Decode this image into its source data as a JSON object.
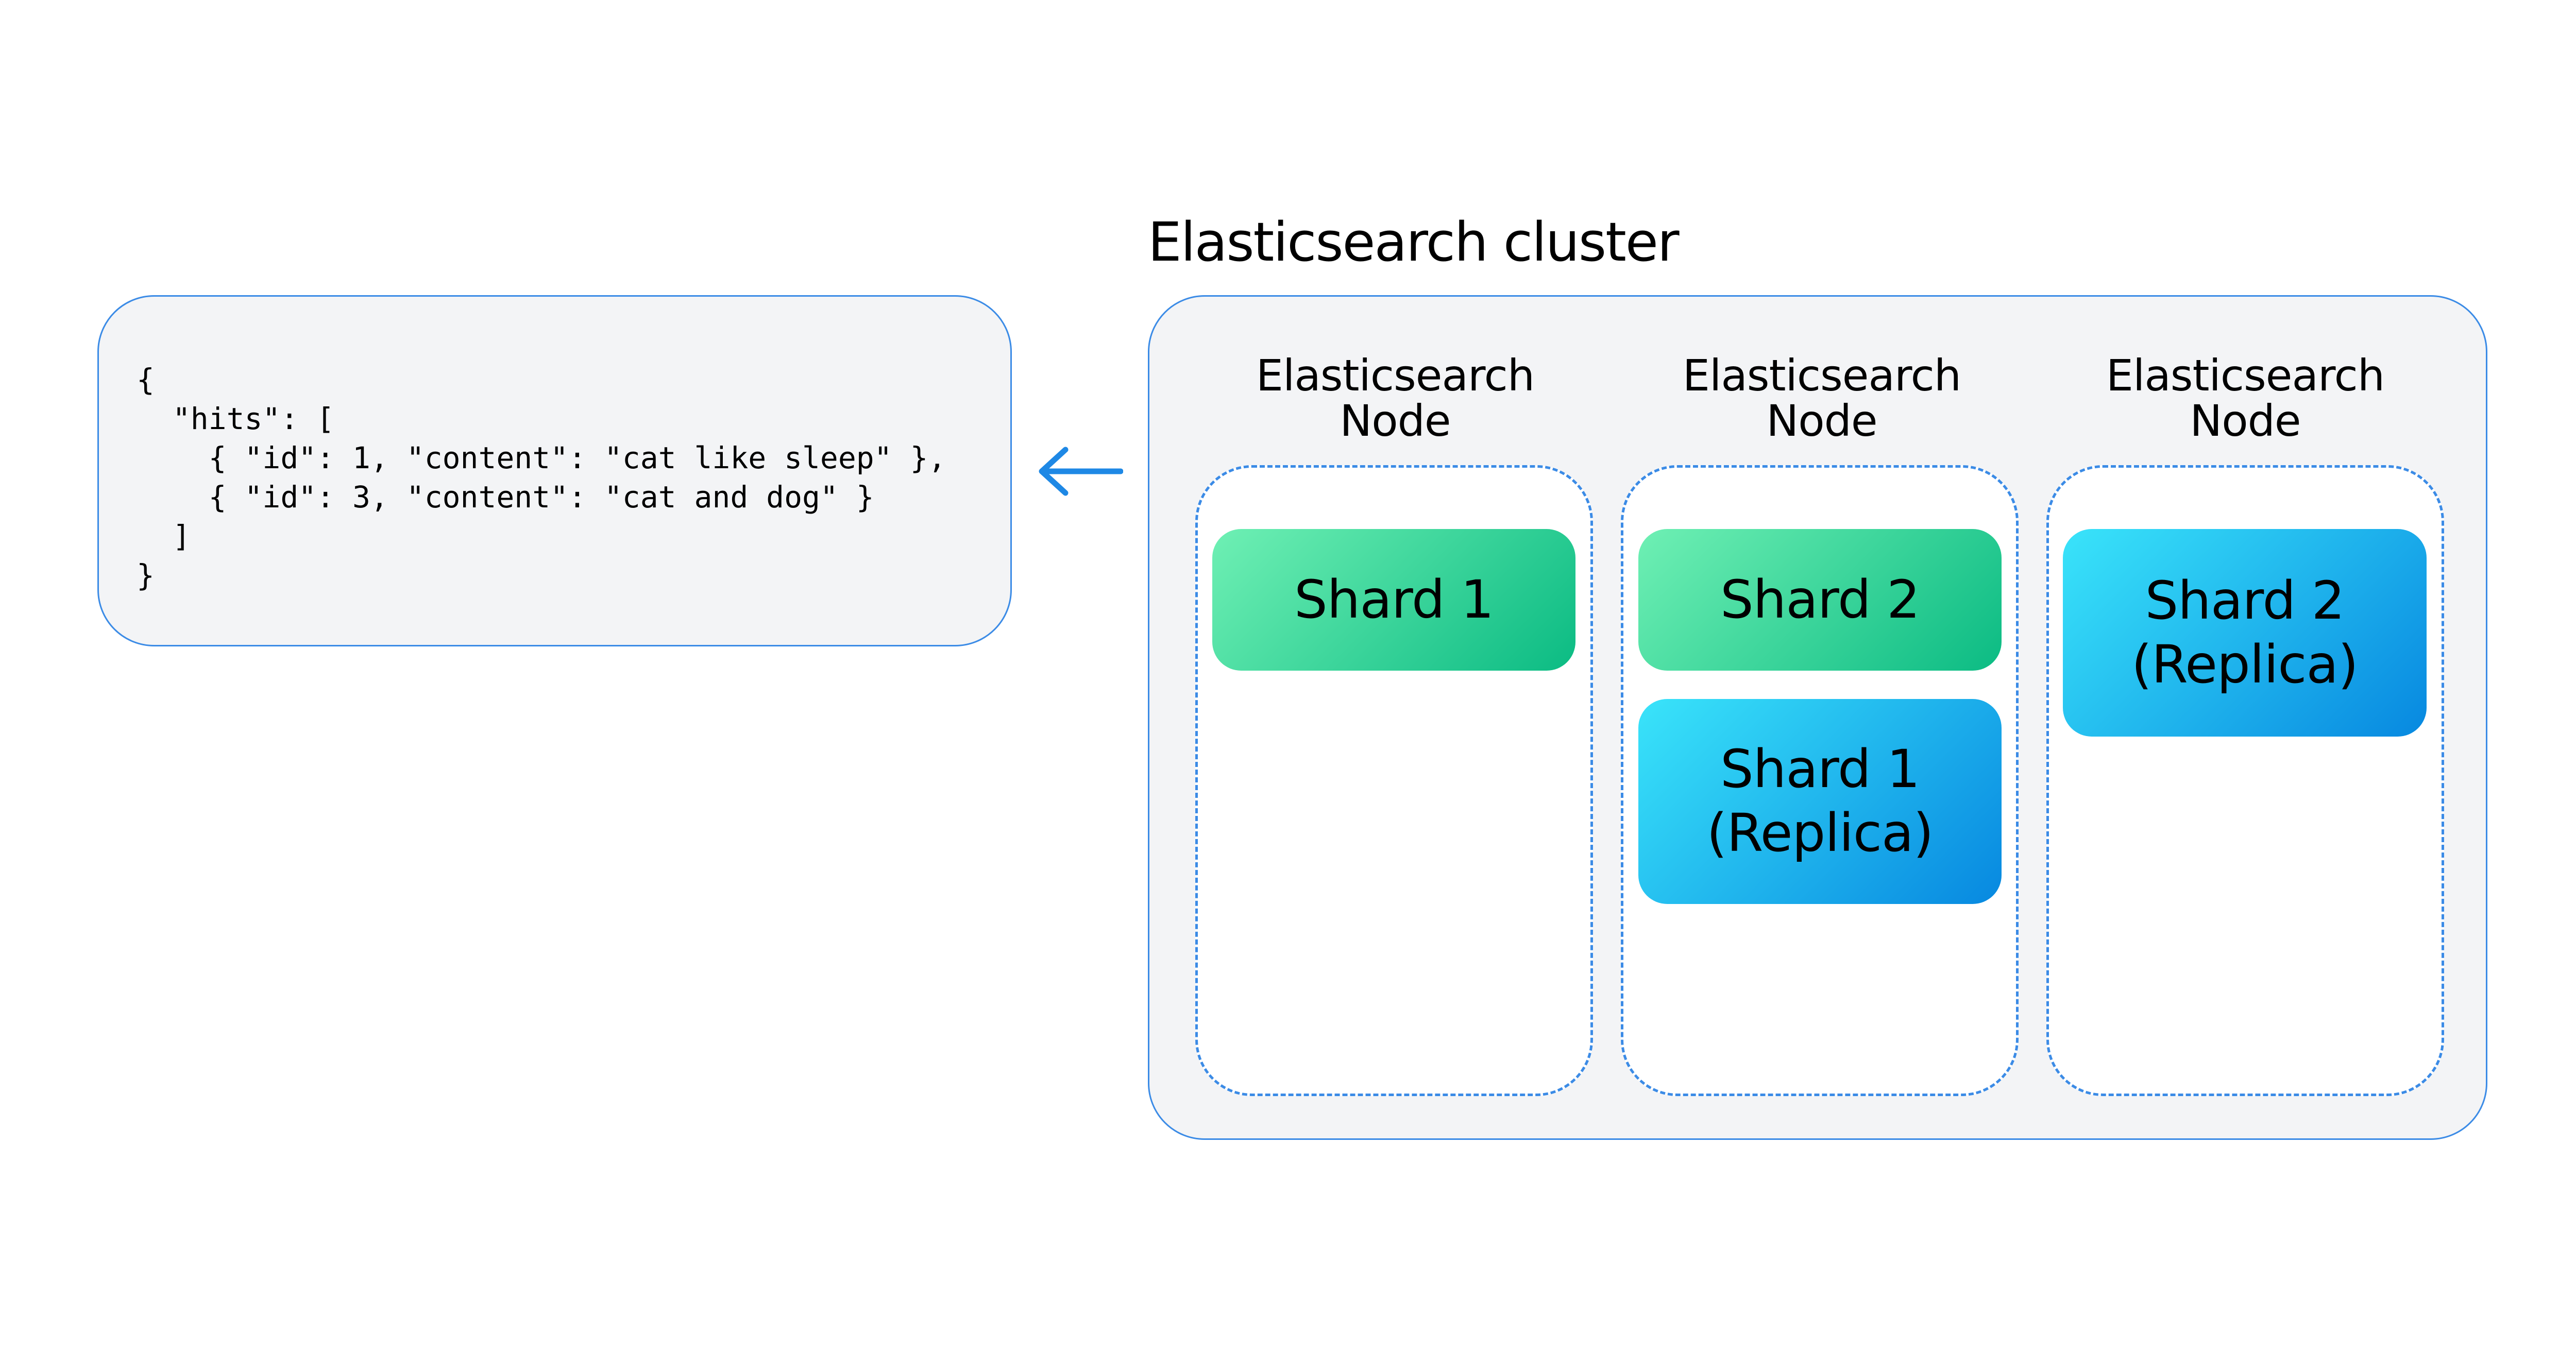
{
  "response": {
    "lines": [
      "{",
      "  \"hits\": [",
      "    { \"id\": 1, \"content\": \"cat like sleep\" },",
      "    { \"id\": 3, \"content\": \"cat and dog\" }",
      "  ]",
      "}"
    ]
  },
  "cluster": {
    "title": "Elasticsearch cluster",
    "nodes": [
      {
        "label_line1": "Elasticsearch",
        "label_line2": "Node",
        "shards": [
          {
            "line1": "Shard 1",
            "line2": "",
            "kind": "primary"
          }
        ]
      },
      {
        "label_line1": "Elasticsearch",
        "label_line2": "Node",
        "shards": [
          {
            "line1": "Shard 2",
            "line2": "",
            "kind": "primary"
          },
          {
            "line1": "Shard 1",
            "line2": "(Replica)",
            "kind": "replica"
          }
        ]
      },
      {
        "label_line1": "Elasticsearch",
        "label_line2": "Node",
        "shards": [
          {
            "line1": "Shard 2",
            "line2": "(Replica)",
            "kind": "replica"
          }
        ]
      }
    ]
  },
  "colors": {
    "border_blue": "#3b8be6",
    "panel_gray": "#f3f4f6",
    "primary_gradient": [
      "#6ff0b4",
      "#0bbb83"
    ],
    "replica_gradient": [
      "#3ae4fa",
      "#0788e0"
    ],
    "arrow": "#1e88e5"
  },
  "icons": {
    "arrow": "arrow-left-icon"
  }
}
